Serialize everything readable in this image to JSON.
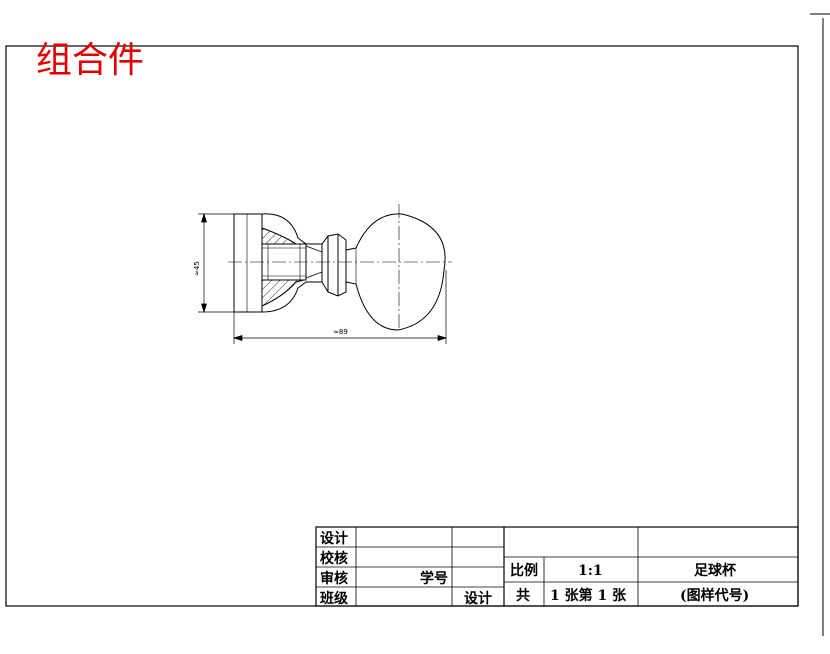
{
  "drawing": {
    "title": "组合件",
    "title_color": "#e00000",
    "dimension_height": "≈45",
    "dimension_length": "≈89"
  },
  "title_block": {
    "row_labels": [
      "设计",
      "校核",
      "审核",
      "班级"
    ],
    "student_no_label": "学号",
    "design_label": "设计",
    "scale_label": "比例",
    "scale_value": "1:1",
    "total_label": "共",
    "sheet_count": "1 张第 1 张",
    "part_name": "足球杯",
    "drawing_code": "(图样代号)"
  }
}
